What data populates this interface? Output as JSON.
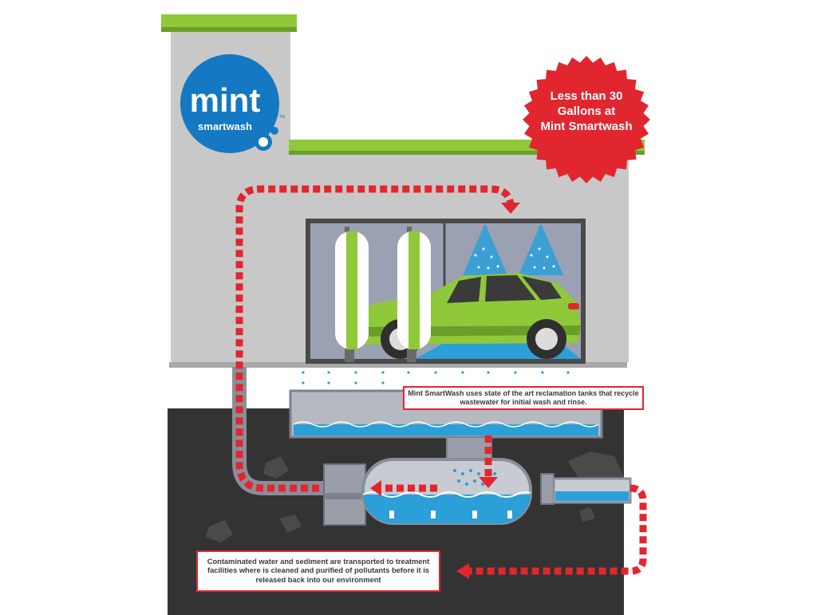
{
  "brand": {
    "name": "mint",
    "subname": "smartwash",
    "tm": "TM",
    "colors": {
      "blue": "#1478c3",
      "green": "#8fc93a",
      "red": "#e2262f"
    }
  },
  "badge": {
    "lines": [
      "Less than 30",
      "Gallons at",
      "Mint Smartwash"
    ]
  },
  "notes": {
    "reclamation": "Mint SmartWash uses state of the art reclamation tanks that recycle wastewater for initial wash and rinse.",
    "treatment": "Contaminated water and sediment are transported to treatment facilities where is cleaned and purified of pollutants before it is released back into our environment"
  },
  "icons": [
    "car-icon",
    "brush-roller-icon",
    "water-spray-icon",
    "flow-arrow-icon",
    "tank-icon",
    "pipe-icon",
    "rock-icon"
  ]
}
